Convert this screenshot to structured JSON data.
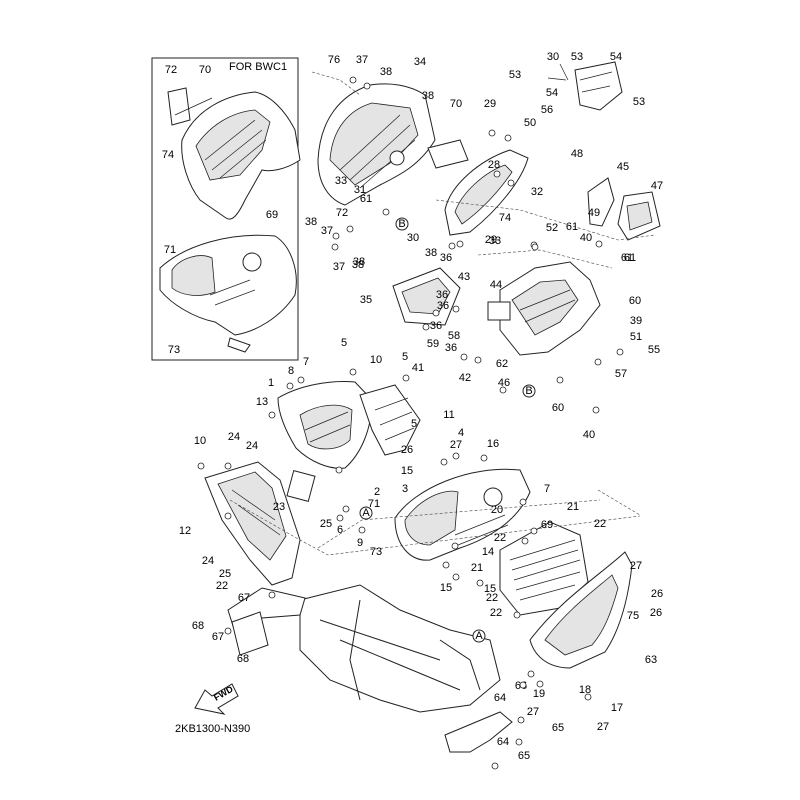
{
  "diagram": {
    "inset_label": "FOR BWC1",
    "fwd_label": "FWD",
    "code": "2KB1300-N390",
    "refs": [
      {
        "id": "ref-b1",
        "text": "B"
      },
      {
        "id": "ref-b2",
        "text": "B"
      },
      {
        "id": "ref-a1",
        "text": "A"
      },
      {
        "id": "ref-a2",
        "text": "A"
      }
    ],
    "callouts": [
      "72",
      "70",
      "74",
      "69",
      "71",
      "73",
      "76",
      "37",
      "38",
      "34",
      "38",
      "70",
      "29",
      "30",
      "53",
      "53",
      "54",
      "54",
      "53",
      "56",
      "50",
      "48",
      "61",
      "31",
      "72",
      "74",
      "28",
      "32",
      "33",
      "38",
      "37",
      "38",
      "38",
      "30",
      "29",
      "36",
      "33",
      "37",
      "38",
      "45",
      "47",
      "49",
      "52",
      "40",
      "61",
      "61",
      "61",
      "35",
      "36",
      "44",
      "36",
      "36",
      "59",
      "58",
      "36",
      "60",
      "39",
      "51",
      "55",
      "57",
      "41",
      "62",
      "42",
      "46",
      "60",
      "40",
      "43",
      "5",
      "8",
      "7",
      "10",
      "5",
      "1",
      "13",
      "11",
      "5",
      "4",
      "27",
      "16",
      "26",
      "15",
      "3",
      "2",
      "71",
      "10",
      "24",
      "24",
      "23",
      "12",
      "24",
      "25",
      "25",
      "9",
      "6",
      "7",
      "21",
      "20",
      "69",
      "22",
      "22",
      "14",
      "73",
      "15",
      "15",
      "21",
      "22",
      "22",
      "22",
      "67",
      "68",
      "67",
      "68",
      "66",
      "19",
      "18",
      "27",
      "65",
      "64",
      "65",
      "64",
      "63",
      "17",
      "27",
      "26",
      "75",
      "27",
      "26",
      "26"
    ]
  }
}
